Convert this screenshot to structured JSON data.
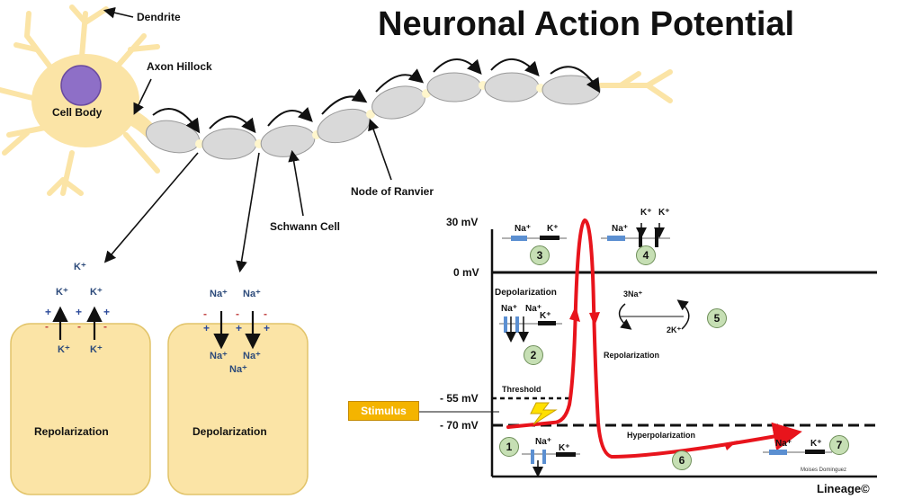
{
  "title": "Neuronal Action Potential",
  "neuron_labels": {
    "dendrite": "Dendrite",
    "axon_hillock": "Axon Hillock",
    "cell_body": "Cell Body",
    "schwann_cell": "Schwann Cell",
    "node_of_ranvier": "Node of Ranvier"
  },
  "cells": {
    "left": {
      "label": "Repolarization",
      "floating_ion": "K⁺",
      "top_ions": [
        "K⁺",
        "K⁺"
      ],
      "bottom_ions": [
        "K⁺",
        "K⁺"
      ]
    },
    "right": {
      "label": "Depolarization",
      "top_ions": [
        "Na⁺",
        "Na⁺"
      ],
      "bottom_ions": [
        "Na⁺",
        "Na⁺"
      ],
      "extra_ion": "Na⁺"
    }
  },
  "graph": {
    "y_labels": {
      "peak": "30 mV",
      "zero": "0 mV",
      "threshold": "- 55 mV",
      "rest": "- 70 mV"
    },
    "stimulus": "Stimulus",
    "threshold_label": "Threshold",
    "phase_labels": {
      "depolarization": "Depolarization",
      "repolarization": "Repolarization",
      "hyperpolarization": "Hyperpolarization"
    },
    "step_numbers": [
      "1",
      "2",
      "3",
      "4",
      "5",
      "6",
      "7"
    ],
    "ions": {
      "na": "Na⁺",
      "k": "K⁺",
      "three_na": "3Na⁺",
      "two_k": "2K⁺"
    },
    "author": "Moises Dominguez",
    "brand": "Lineage©"
  },
  "colors": {
    "cell_fill": "#fbe4a6",
    "axon_segment": "#d9d9d9",
    "node": "#fff6cc",
    "trace": "#e8141c",
    "stimulus": "#f4b400",
    "step_circle": "#c6dfb4",
    "plus_sign": "#2c4a9a",
    "minus_sign": "#c04040"
  }
}
